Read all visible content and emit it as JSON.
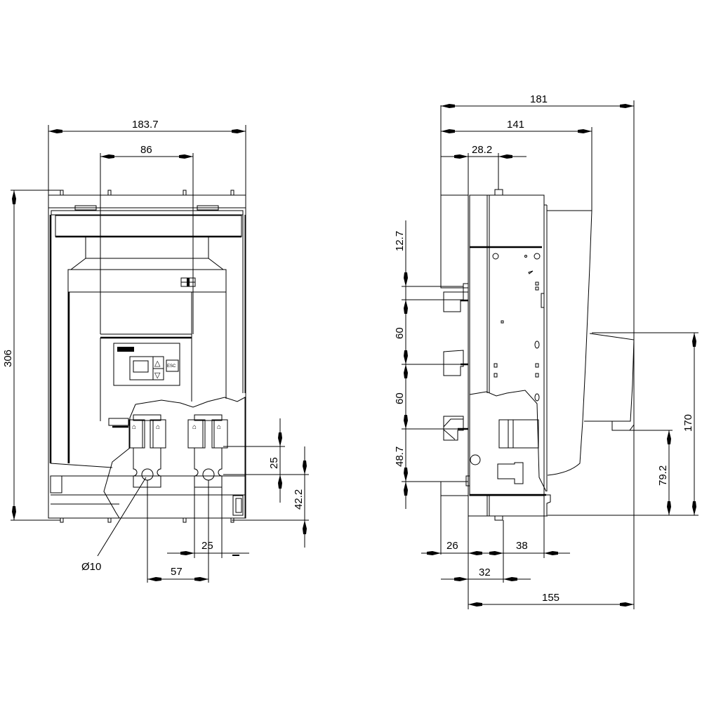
{
  "drawing": {
    "type": "dimensional-drawing",
    "units": "mm",
    "line_color": "#000000",
    "background": "#ffffff"
  },
  "front_view": {
    "dims": {
      "overall_width": "183.7",
      "inner_width": "86",
      "overall_height": "306",
      "terminal_offset_top": "25",
      "terminal_offset_bottom": "42.2",
      "hole_diameter": "Ø10",
      "terminal_pitch": "57",
      "terminal_width": "25"
    },
    "display_panel": {
      "up_key": "△",
      "down_key": "▽",
      "label_tag": "ESC"
    }
  },
  "side_view": {
    "dims": {
      "overall_depth": "181",
      "depth_to_panel": "141",
      "front_offset": "28.2",
      "top_offset": "12.7",
      "pitch_1": "60",
      "pitch_2": "60",
      "bottom_offset": "48.7",
      "handle_height": "170",
      "handle_bottom": "79.2",
      "rear_offset": "26",
      "terminal_depth": "38",
      "terminal_width": "32",
      "body_depth": "155"
    }
  }
}
